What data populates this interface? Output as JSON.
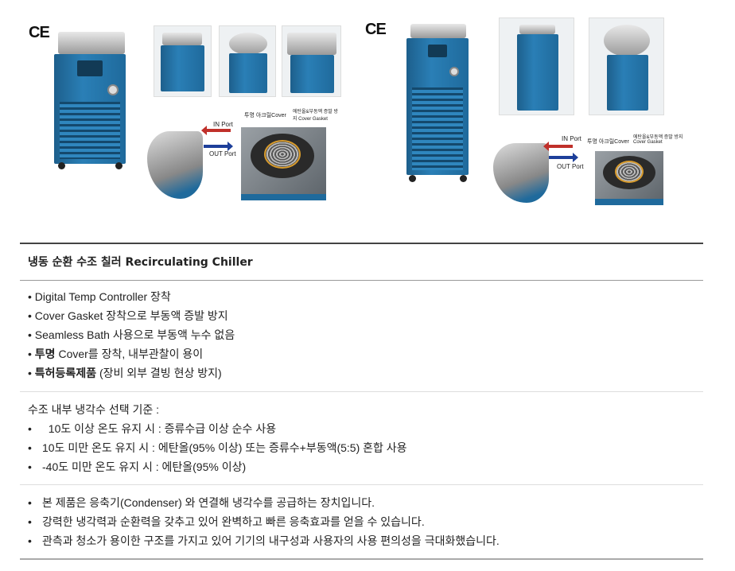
{
  "images": {
    "ce_mark": "CE",
    "left": {
      "in_port": "IN Port",
      "out_port": "OUT Port",
      "cover_label": "투명 아크릴Cover",
      "gasket_label": "에탄올&부동액 증발 방지 Cover Gasket"
    },
    "right": {
      "in_port": "IN Port",
      "out_port": "OUT Port",
      "cover_label": "투명 아크릴Cover",
      "gasket_label": "에탄올&부동액 증발 방지 Cover Gasket"
    }
  },
  "spec": {
    "title": "냉동 순환 수조 칠러 Recirculating Chiller",
    "features": [
      {
        "bullet": "•",
        "bold": "",
        "text": "Digital Temp Controller 장착"
      },
      {
        "bullet": "•",
        "bold": "",
        "text": "Cover Gasket 장착으로 부동액 증발 방지"
      },
      {
        "bullet": "•",
        "bold": "",
        "text": "Seamless Bath 사용으로 부동액 누수 없음"
      },
      {
        "bullet": "•",
        "bold": "투명",
        "text": " Cover를 장착, 내부관찰이 용이"
      },
      {
        "bullet": "•",
        "bold": "특허등록제품",
        "text": " (장비 외부 결빙 현상 방지)"
      }
    ],
    "coolant_heading": "수조 내부 냉각수 선택 기준 :",
    "coolant": [
      "  10도 이상 온도 유지 시 : 증류수급 이상 순수 사용",
      "10도 미만 온도 유지 시 : 에탄올(95% 이상) 또는 증류수+부동액(5:5) 혼합 사용",
      "-40도 미만 온도 유지 시 : 에탄올(95% 이상)"
    ],
    "description": [
      "본 제품은 응축기(Condenser) 와 연결해 냉각수를 공급하는 장치입니다.",
      "강력한 냉각력과 순환력을 갖추고 있어 완벽하고 빠른 응축효과를 얻을 수 있습니다.",
      "관측과 청소가 용이한 구조를 가지고 있어 기기의 내구성과 사용자의 사용 편의성을 극대화했습니다."
    ],
    "round_bullet": "•"
  }
}
